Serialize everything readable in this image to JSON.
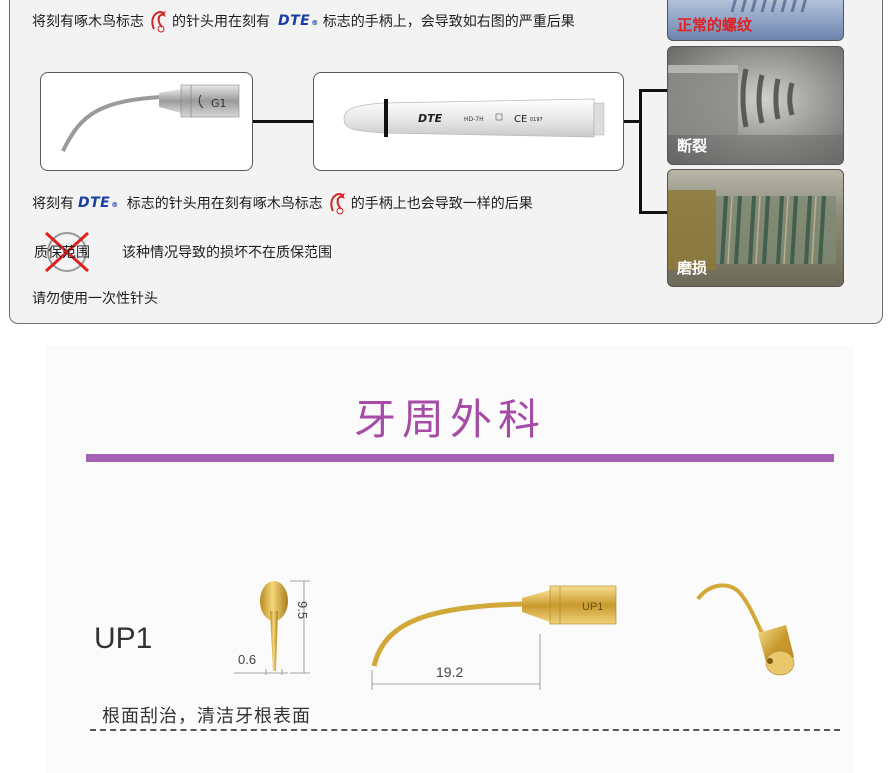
{
  "warnings": {
    "line1": {
      "part1": "将刻有啄木鸟标志",
      "part2": "的针头用在刻有",
      "part3": "标志的手柄上，会导致如右图的严重后果"
    },
    "line2": {
      "part1": "将刻有",
      "part2": "标志的针头用在刻有啄木鸟标志",
      "part3": "的手柄上也会导致一样的后果"
    },
    "warranty_stamp": "质保范围",
    "warranty_note": "该种情况导致的损坏不在质保范围",
    "single_use_note": "请勿使用一次性针头"
  },
  "brand": {
    "dte": "DTE",
    "registered": "®"
  },
  "tip_marking": "G1",
  "handpiece": {
    "brand": "DTE",
    "model": "HD-7H",
    "ce": "CE",
    "ce_number": "0197"
  },
  "photos": {
    "normal": "正常的螺纹",
    "broken": "断裂",
    "worn": "磨损"
  },
  "section": {
    "title": "牙周外科",
    "model": "UP1",
    "tip_marking": "UP1",
    "dim_height": "9.5",
    "dim_diameter": "0.6",
    "dim_length": "19.2",
    "description": "根面刮治，清洁牙根表面"
  },
  "colors": {
    "panel_bg": "#f3f3f3",
    "title_purple": "#a64ca6",
    "bar_purple": "#a562b5",
    "dte_blue": "#1a3fa3",
    "warning_red": "#e02020",
    "gold": "#d9b24a"
  }
}
